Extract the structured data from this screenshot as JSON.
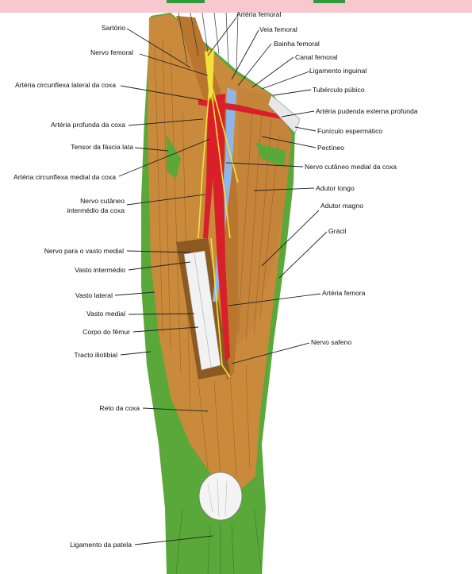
{
  "colors": {
    "banner": "#f7c9cf",
    "muscle": "#c98a3c",
    "muscle_dark": "#9c6226",
    "tendon": "#5aa83a",
    "artery": "#d81f2a",
    "vein": "#8fb6e6",
    "nerve": "#f2e23a",
    "bone": "#f2f2f2"
  },
  "labels": {
    "arteria_femoral_top": "Artéria femoral",
    "veia_femoral": "Veia femoral",
    "bainha_femoral": "Bainha femoral",
    "canal_femoral": "Canal femoral",
    "ligamento_inguinal": "Ligamento inguinal",
    "tuberculo_pubico": "Tubérculo púbico",
    "arteria_pudenda": "Artéria pudenda externa profunda",
    "funiculo": "Funículo espermático",
    "pectineo": "Pectíneo",
    "nervo_cutaneo_medial": "Nervo cutâneo medial da coxa",
    "adutor_longo": "Adutor longo",
    "adutor_magno": "Adutor magno",
    "gracil": "Grácil",
    "arteria_femora": "Artéria femora",
    "nervo_safeno": "Nervo safeno",
    "sartorio": "Sartório",
    "nervo_femoral": "Nervo femoral",
    "arteria_circunflexa_lateral": "Artéria circunflexa lateral da coxa",
    "arteria_profunda": "Artéria profunda da coxa",
    "tensor": "Tensor da fáscia lata",
    "arteria_circunflexa_medial": "Artéria circunflexa medial da coxa",
    "nervo_cutaneo_intermedio_1": "Nervo cutâneo",
    "nervo_cutaneo_intermedio_2": "intermédio da coxa",
    "nervo_vasto_medial": "Nervo para o vasto medial",
    "vasto_intermedio": "Vasto intermédio",
    "vasto_lateral": "Vasto lateral",
    "vasto_medial": "Vasto medial",
    "corpo_femur": "Corpo do fêmur",
    "tracto": "Tracto iliotibial",
    "reto": "Reto da coxa",
    "ligamento_patela": "Ligamento da patela"
  }
}
